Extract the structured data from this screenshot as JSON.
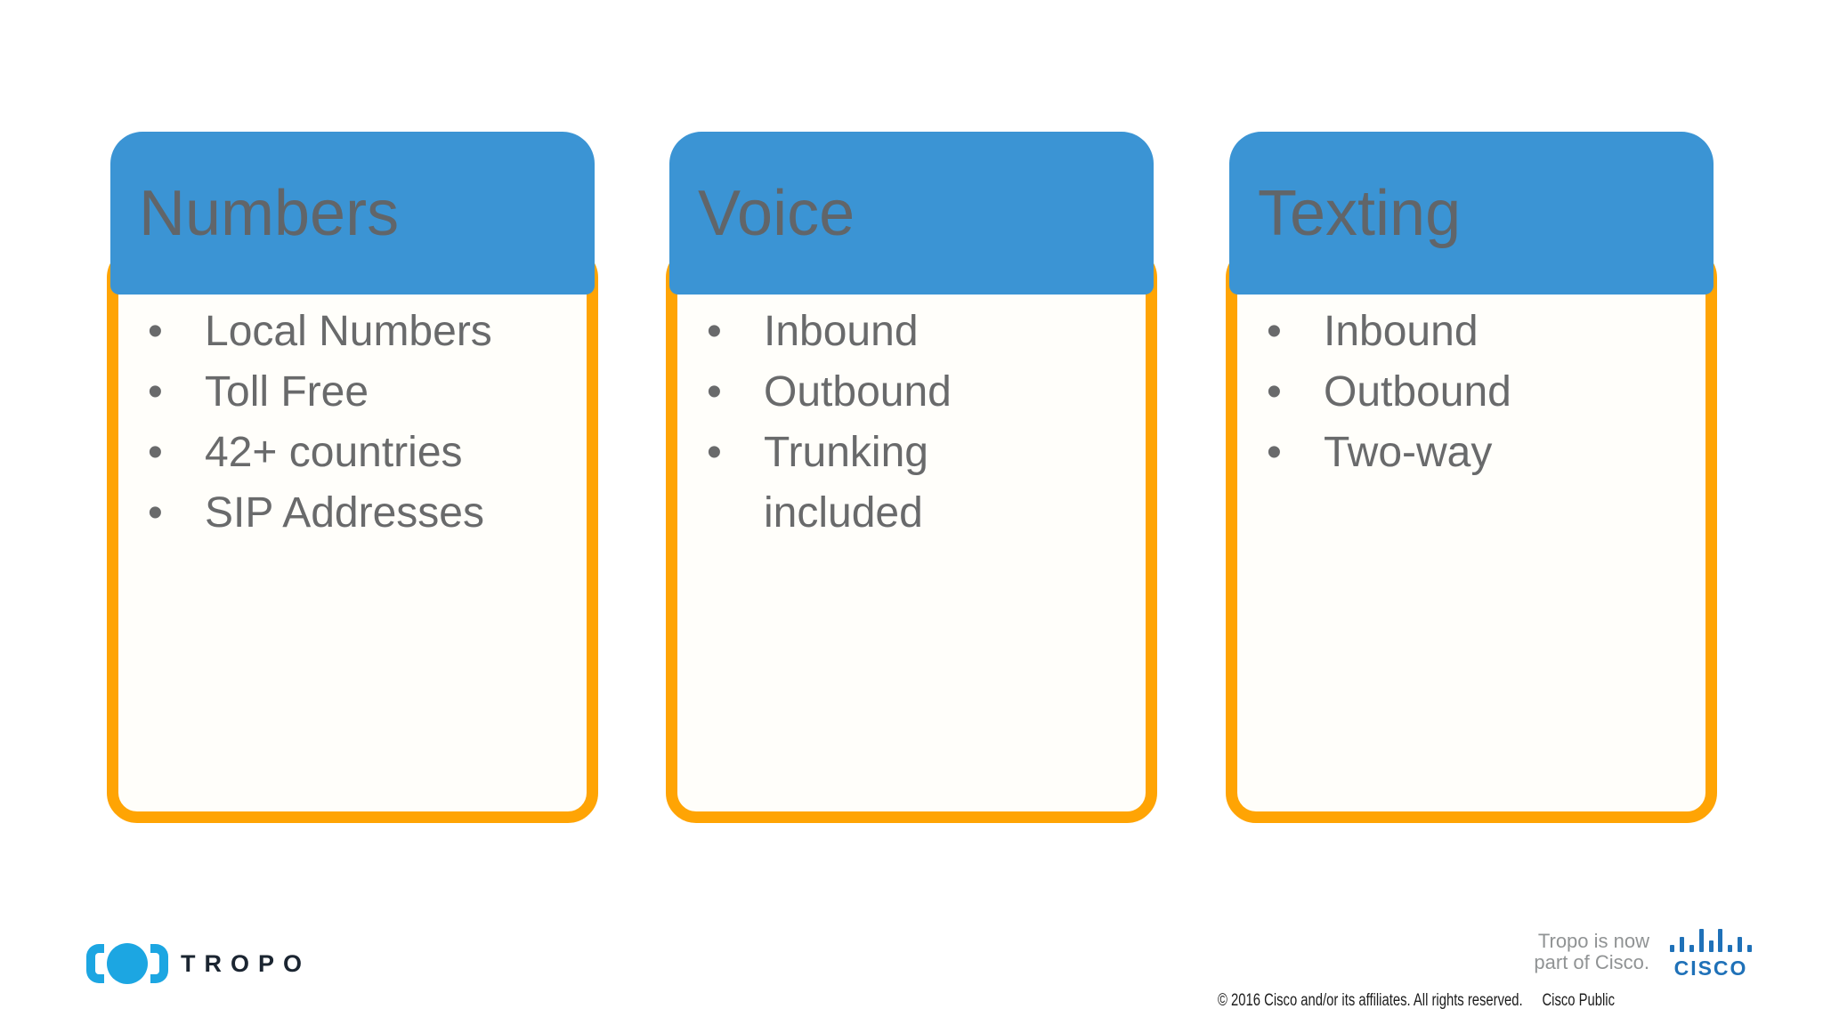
{
  "cards": [
    {
      "title": "Numbers",
      "items": [
        "Local Numbers",
        "Toll Free",
        "42+ countries",
        "SIP Addresses"
      ]
    },
    {
      "title": "Voice",
      "items": [
        "Inbound",
        "Outbound",
        "Trunking\nincluded"
      ]
    },
    {
      "title": "Texting",
      "items": [
        "Inbound",
        "Outbound",
        "Two-way"
      ]
    }
  ],
  "footer": {
    "tropo_wordmark": "TROPO",
    "note_line1": "Tropo is now",
    "note_line2": "part of Cisco.",
    "cisco_wordmark": "CISCO",
    "cisco_bars": [
      8,
      17,
      8,
      26,
      13,
      26,
      8,
      17,
      8
    ],
    "copyright": "© 2016  Cisco and/or its affiliates. All rights reserved.",
    "classification": "Cisco Public"
  },
  "colors": {
    "header_blue": "#3b94d4",
    "border_orange": "#ffa404",
    "title_gray": "#616569",
    "text_gray": "#696a6b",
    "body_bg": "#fffefa",
    "tropo_blue": "#1ca6e2",
    "tropo_text": "#1b2531",
    "cisco_blue": "#1f71b8",
    "footer_gray": "#909394",
    "copyright_color": "#1c1c1c"
  }
}
